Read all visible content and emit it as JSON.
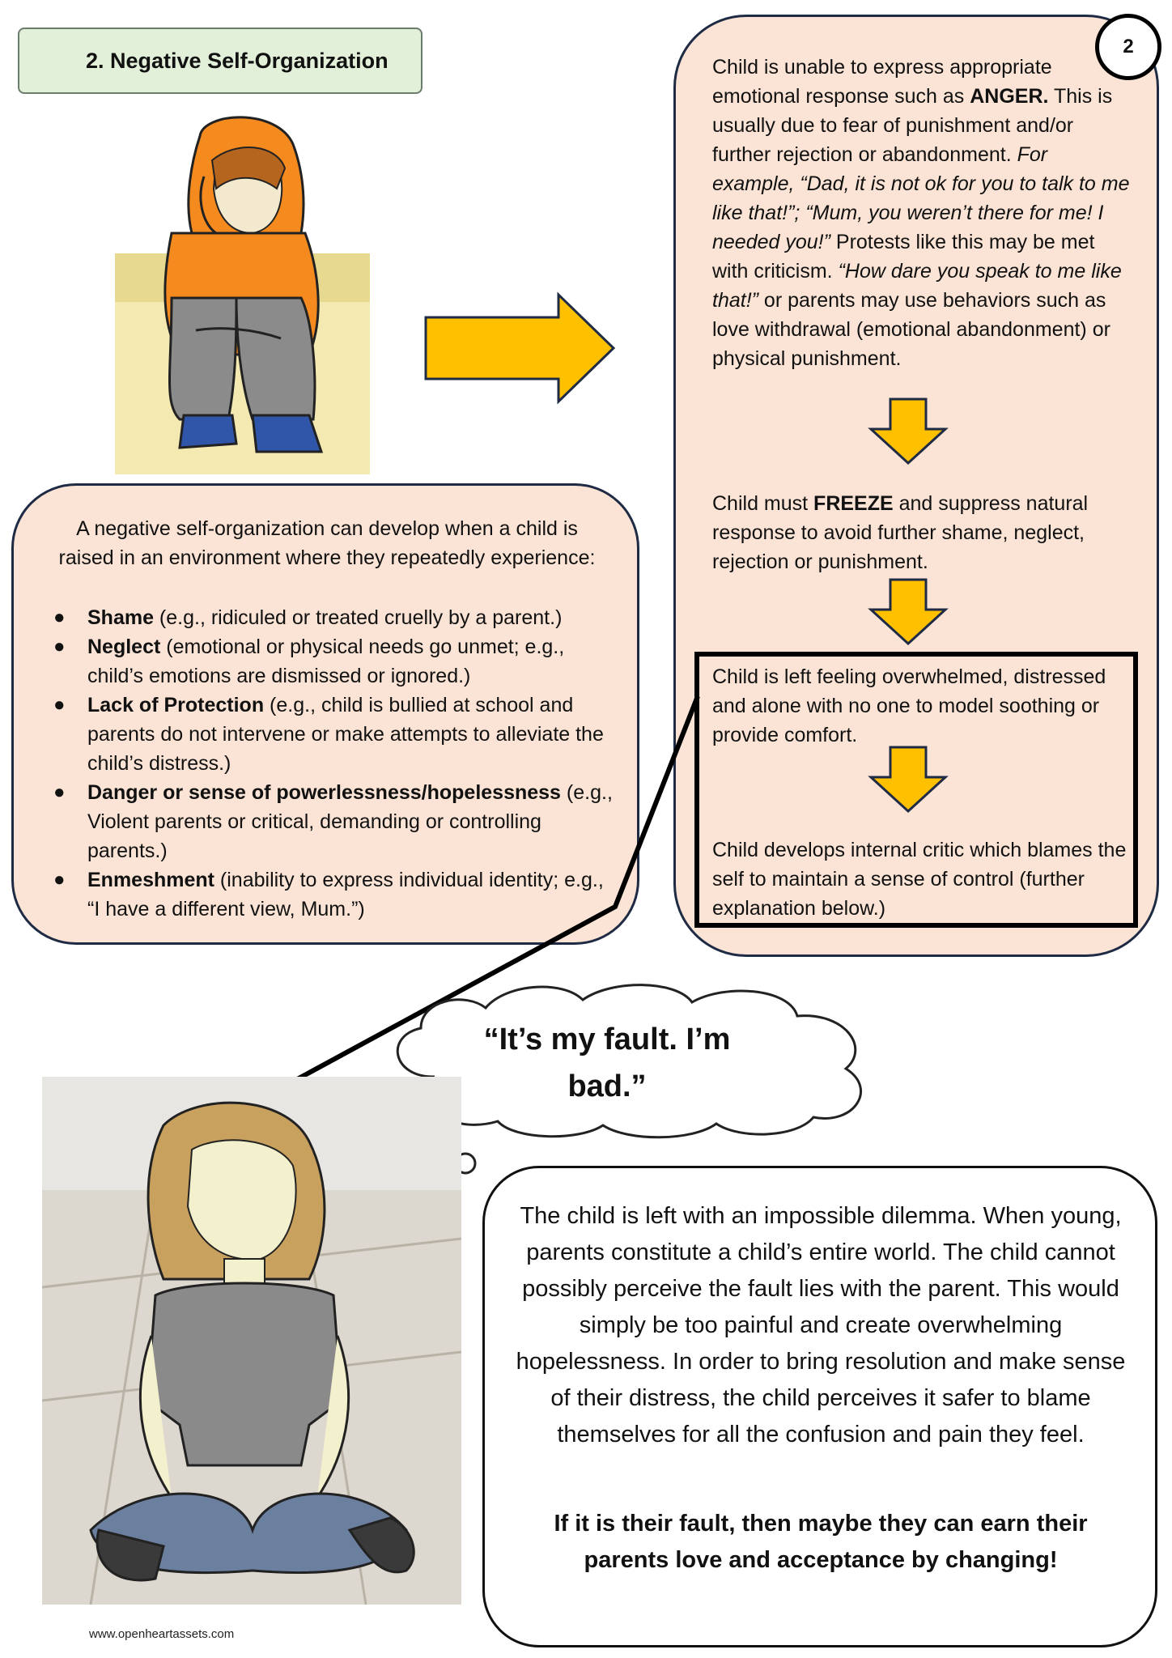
{
  "header": {
    "title": "2.  Negative Self-Organization",
    "page_number": "2"
  },
  "flow": {
    "step1": {
      "p1": "Child is unable to express appropriate emotional response such as ",
      "p1_bold": "ANGER.",
      "p2": " This is usually due to fear of punishment and/or further rejection or abandonment. ",
      "p3_italic": "For example, “Dad, it is not ok for you to talk to me like that!”; “Mum, you weren’t there for me! I needed you!”",
      "p4": " Protests like this may be met with criticism. ",
      "p5_italic": "“How dare you speak to me like that!”",
      "p6": " or parents may use behaviors such as love withdrawal (emotional abandonment) or physical punishment."
    },
    "step2": {
      "a": "Child must ",
      "bold": "FREEZE",
      "b": " and suppress natural response to avoid further shame, neglect, rejection or punishment."
    },
    "step3": "Child is left feeling overwhelmed, distressed and alone with no one to model soothing or provide comfort.",
    "step4": "Child develops internal critic which blames the self to maintain a sense of control (further explanation below.)"
  },
  "left_panel": {
    "intro": "A negative self-organization can develop when a child is raised in an environment where they repeatedly experience:",
    "bullets": [
      {
        "term": "Shame",
        "desc": " (e.g., ridiculed or treated cruelly by a parent.)"
      },
      {
        "term": "Neglect",
        "desc": " (emotional or physical needs go unmet; e.g., child’s emotions are dismissed or ignored.)"
      },
      {
        "term": "Lack of Protection",
        "desc": " (e.g., child is bullied at school and parents do not intervene or make attempts to alleviate the child’s distress.)"
      },
      {
        "term": "Danger or sense of powerlessness/hopelessness",
        "desc": " (e.g.,  Violent parents or critical, demanding or controlling parents.)"
      },
      {
        "term": "Enmeshment",
        "desc": " (inability to express individual identity; e.g., “I have a different view, Mum.”)"
      }
    ]
  },
  "thought": "“It’s my fault. I’m bad.”",
  "explanation": {
    "body": "The child is left with an impossible dilemma. When young, parents constitute a child’s entire world. The child cannot possibly perceive the fault lies with the parent. This would simply be too painful and create overwhelming hopelessness. In order to bring resolution and make sense of their distress, the child perceives it safer to blame themselves for all the confusion and pain they feel.",
    "bold": "If it is their fault, then maybe they can earn their parents love and acceptance by changing!"
  },
  "footer": "www.openheartassets.com",
  "colors": {
    "bubble_fill": "#fbe4d5",
    "title_fill": "#e2efd9",
    "arrow": "#ffc000",
    "hoodie": "#f58a1f"
  }
}
